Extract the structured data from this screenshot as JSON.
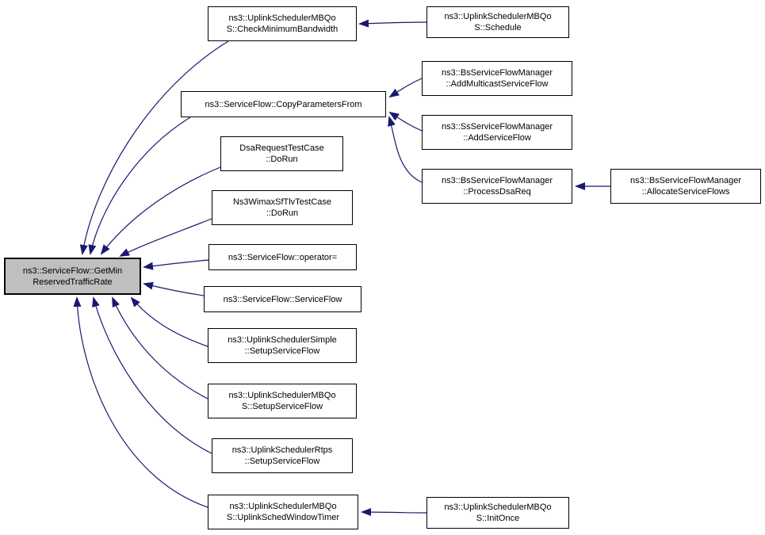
{
  "diagram": {
    "type": "doxygen-caller-graph",
    "focus_function": "ns3::ServiceFlow::GetMinReservedTrafficRate",
    "colors": {
      "edge": "#191970",
      "focus_fill": "#bfbfbf",
      "node_fill": "#ffffff",
      "border": "#000000"
    },
    "nodes": [
      {
        "id": "getmin",
        "focus": true,
        "label": "ns3::ServiceFlow::GetMinReservedTrafficRate",
        "lines": [
          "ns3::ServiceFlow::GetMin",
          "ReservedTrafficRate"
        ]
      },
      {
        "id": "check",
        "focus": false,
        "label": "ns3::UplinkSchedulerMBQoS::CheckMinimumBandwidth",
        "lines": [
          "ns3::UplinkSchedulerMBQo",
          "S::CheckMinimumBandwidth"
        ]
      },
      {
        "id": "copy",
        "focus": false,
        "label": "ns3::ServiceFlow::CopyParametersFrom",
        "lines": [
          "ns3::ServiceFlow::CopyParametersFrom"
        ]
      },
      {
        "id": "dsarun",
        "focus": false,
        "label": "DsaRequestTestCase::DoRun",
        "lines": [
          "DsaRequestTestCase",
          "::DoRun"
        ]
      },
      {
        "id": "wimaxrun",
        "focus": false,
        "label": "Ns3WimaxSfTlvTestCase::DoRun",
        "lines": [
          "Ns3WimaxSfTlvTestCase",
          "::DoRun"
        ]
      },
      {
        "id": "opassign",
        "focus": false,
        "label": "ns3::ServiceFlow::operator=",
        "lines": [
          "ns3::ServiceFlow::operator="
        ]
      },
      {
        "id": "sfctor",
        "focus": false,
        "label": "ns3::ServiceFlow::ServiceFlow",
        "lines": [
          "ns3::ServiceFlow::ServiceFlow"
        ]
      },
      {
        "id": "simple",
        "focus": false,
        "label": "ns3::UplinkSchedulerSimple::SetupServiceFlow",
        "lines": [
          "ns3::UplinkSchedulerSimple",
          "::SetupServiceFlow"
        ]
      },
      {
        "id": "mbqsetup",
        "focus": false,
        "label": "ns3::UplinkSchedulerMBQoS::SetupServiceFlow",
        "lines": [
          "ns3::UplinkSchedulerMBQo",
          "S::SetupServiceFlow"
        ]
      },
      {
        "id": "rtps",
        "focus": false,
        "label": "ns3::UplinkSchedulerRtps::SetupServiceFlow",
        "lines": [
          "ns3::UplinkSchedulerRtps",
          "::SetupServiceFlow"
        ]
      },
      {
        "id": "windowtimer",
        "focus": false,
        "label": "ns3::UplinkSchedulerMBQoS::UplinkSchedWindowTimer",
        "lines": [
          "ns3::UplinkSchedulerMBQo",
          "S::UplinkSchedWindowTimer"
        ]
      },
      {
        "id": "schedule",
        "focus": false,
        "label": "ns3::UplinkSchedulerMBQoS::Schedule",
        "lines": [
          "ns3::UplinkSchedulerMBQo",
          "S::Schedule"
        ]
      },
      {
        "id": "addmulticast",
        "focus": false,
        "label": "ns3::BsServiceFlowManager::AddMulticastServiceFlow",
        "lines": [
          "ns3::BsServiceFlowManager",
          "::AddMulticastServiceFlow"
        ]
      },
      {
        "id": "addssflow",
        "focus": false,
        "label": "ns3::SsServiceFlowManager::AddServiceFlow",
        "lines": [
          "ns3::SsServiceFlowManager",
          "::AddServiceFlow"
        ]
      },
      {
        "id": "processdsa",
        "focus": false,
        "label": "ns3::BsServiceFlowManager::ProcessDsaReq",
        "lines": [
          "ns3::BsServiceFlowManager",
          "::ProcessDsaReq"
        ]
      },
      {
        "id": "initonce",
        "focus": false,
        "label": "ns3::UplinkSchedulerMBQoS::InitOnce",
        "lines": [
          "ns3::UplinkSchedulerMBQo",
          "S::InitOnce"
        ]
      },
      {
        "id": "allocate",
        "focus": false,
        "label": "ns3::BsServiceFlowManager::AllocateServiceFlows",
        "lines": [
          "ns3::BsServiceFlowManager",
          "::AllocateServiceFlows"
        ]
      }
    ],
    "edges": [
      {
        "from": "check",
        "to": "getmin"
      },
      {
        "from": "copy",
        "to": "getmin"
      },
      {
        "from": "dsarun",
        "to": "getmin"
      },
      {
        "from": "wimaxrun",
        "to": "getmin"
      },
      {
        "from": "opassign",
        "to": "getmin"
      },
      {
        "from": "sfctor",
        "to": "getmin"
      },
      {
        "from": "simple",
        "to": "getmin"
      },
      {
        "from": "mbqsetup",
        "to": "getmin"
      },
      {
        "from": "rtps",
        "to": "getmin"
      },
      {
        "from": "windowtimer",
        "to": "getmin"
      },
      {
        "from": "schedule",
        "to": "check"
      },
      {
        "from": "addmulticast",
        "to": "copy"
      },
      {
        "from": "addssflow",
        "to": "copy"
      },
      {
        "from": "processdsa",
        "to": "copy"
      },
      {
        "from": "allocate",
        "to": "processdsa"
      },
      {
        "from": "initonce",
        "to": "windowtimer"
      }
    ]
  }
}
